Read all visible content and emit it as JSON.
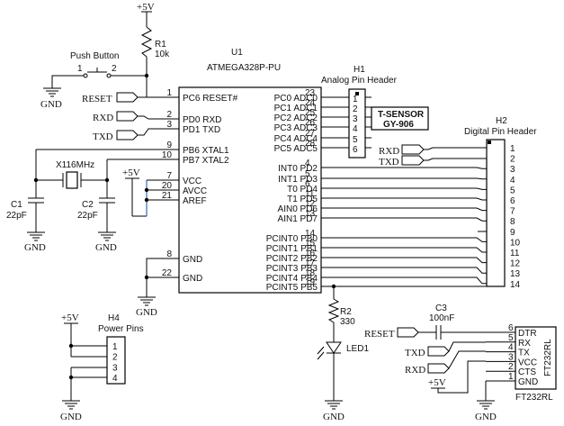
{
  "power": {
    "vcc_top": "+5V",
    "vcc_left": "+5V",
    "vcc_power": "+5V",
    "vcc_ft": "+5V",
    "gnd": "GND"
  },
  "push_button": {
    "label": "Push Button",
    "pin1": "1",
    "pin2": "2"
  },
  "r1": {
    "ref": "R1",
    "value": "10k"
  },
  "r2": {
    "ref": "R2",
    "value": "330"
  },
  "u1": {
    "ref": "U1",
    "part": "ATMEGA328P-PU",
    "left_pins": [
      {
        "num": "1",
        "name": "PC6 RESET#"
      },
      {
        "num": "2",
        "name": "PD0 RXD"
      },
      {
        "num": "3",
        "name": "PD1 TXD"
      },
      {
        "num": "9",
        "name": "PB6 XTAL1"
      },
      {
        "num": "10",
        "name": "PB7 XTAL2"
      },
      {
        "num": "7",
        "name": "VCC"
      },
      {
        "num": "20",
        "name": "AVCC"
      },
      {
        "num": "21",
        "name": "AREF"
      },
      {
        "num": "8",
        "name": "GND"
      },
      {
        "num": "22",
        "name": "GND"
      }
    ],
    "right_pins": [
      {
        "num": "23",
        "name": "PC0 ADC0"
      },
      {
        "num": "24",
        "name": "PC1 ADC1"
      },
      {
        "num": "25",
        "name": "PC2 ADC2"
      },
      {
        "num": "26",
        "name": "PC3 ADC3"
      },
      {
        "num": "27",
        "name": "PC4 ADC4"
      },
      {
        "num": "28",
        "name": "PC5 ADC5"
      },
      {
        "num": "4",
        "name": "INT0 PD2"
      },
      {
        "num": "5",
        "name": "INT1 PD3"
      },
      {
        "num": "6",
        "name": "T0 PD4"
      },
      {
        "num": "11",
        "name": "T1 PD5"
      },
      {
        "num": "12",
        "name": "AIN0 PD6"
      },
      {
        "num": "13",
        "name": "AIN1 PD7"
      },
      {
        "num": "14",
        "name": "PCINT0 PB0"
      },
      {
        "num": "15",
        "name": "PCINT1 PB1"
      },
      {
        "num": "16",
        "name": "PCINT2 PB2"
      },
      {
        "num": "17",
        "name": "PCINT3 PB3"
      },
      {
        "num": "18",
        "name": "PCINT4 PB4"
      },
      {
        "num": "19",
        "name": "PCINT5 PB5"
      }
    ]
  },
  "nets": {
    "reset": "RESET",
    "rxd": "RXD",
    "txd": "TXD"
  },
  "crystal": {
    "label": "X116MHz"
  },
  "c1": {
    "ref": "C1",
    "value": "22pF"
  },
  "c2": {
    "ref": "C2",
    "value": "22pF"
  },
  "c3": {
    "ref": "C3",
    "value": "100nF"
  },
  "h1": {
    "ref": "H1",
    "label": "Analog Pin Header",
    "pins": [
      "1",
      "2",
      "3",
      "4",
      "5",
      "6"
    ]
  },
  "sensor": {
    "line1": "T-SENSOR",
    "line2": "GY-906"
  },
  "h2": {
    "ref": "H2",
    "label": "Digital Pin Header",
    "pins": [
      "1",
      "2",
      "3",
      "4",
      "5",
      "6",
      "7",
      "8",
      "9",
      "10",
      "11",
      "12",
      "13",
      "14"
    ]
  },
  "h4": {
    "ref": "H4",
    "label": "Power Pins",
    "pins": [
      "1",
      "2",
      "3",
      "4"
    ]
  },
  "led": {
    "ref": "LED1"
  },
  "ft": {
    "ref": "FT232RL",
    "pins": [
      {
        "num": "6",
        "name": "DTR"
      },
      {
        "num": "5",
        "name": "RX"
      },
      {
        "num": "4",
        "name": "TX"
      },
      {
        "num": "3",
        "name": "VCC"
      },
      {
        "num": "2",
        "name": "CTS"
      },
      {
        "num": "1",
        "name": "GND"
      }
    ]
  }
}
